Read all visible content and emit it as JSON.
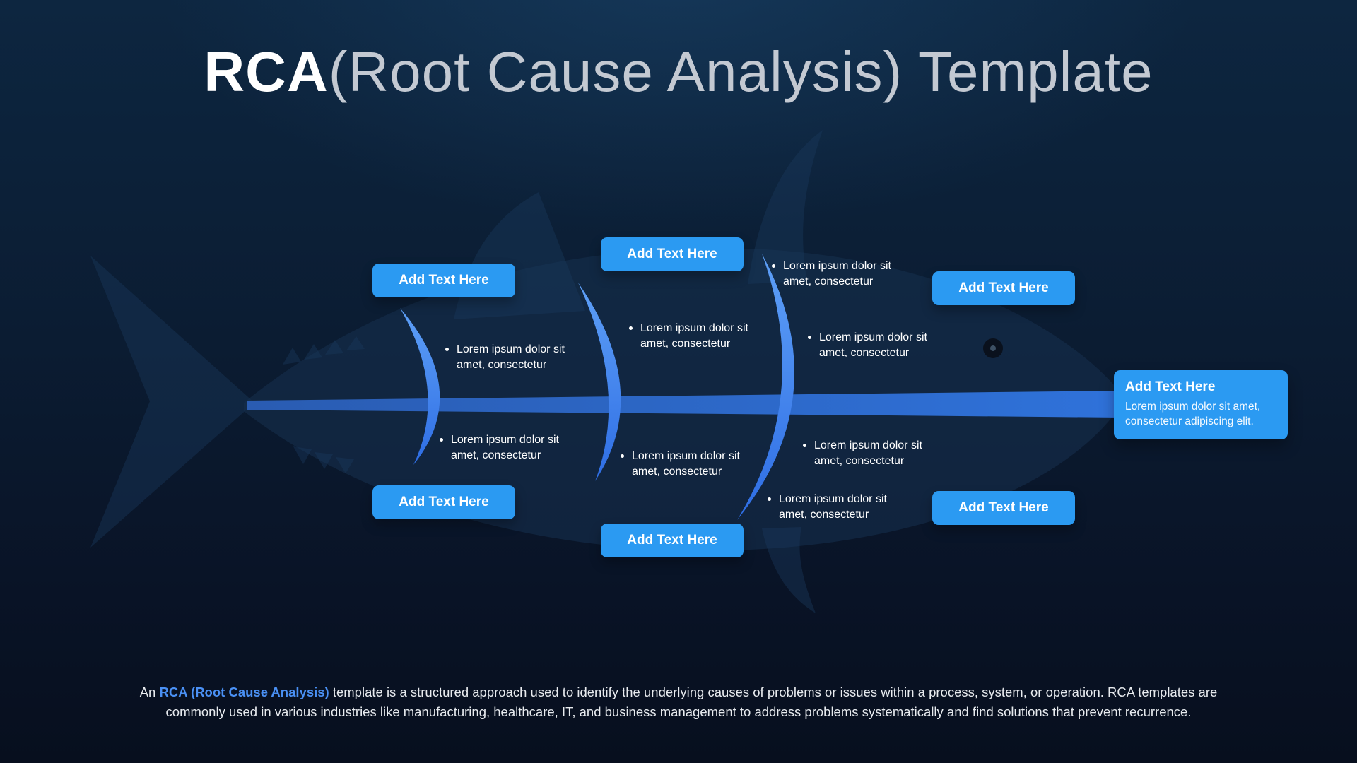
{
  "title": {
    "brand": "RCA",
    "suffix": "(Root Cause Analysis) Template"
  },
  "branch_buttons": [
    {
      "position": "top-1",
      "label": "Add Text Here"
    },
    {
      "position": "top-2",
      "label": "Add Text Here"
    },
    {
      "position": "top-3",
      "label": "Add Text Here"
    },
    {
      "position": "bottom-1",
      "label": "Add Text Here"
    },
    {
      "position": "bottom-2",
      "label": "Add Text Here"
    },
    {
      "position": "bottom-3",
      "label": "Add Text Here"
    }
  ],
  "cause_points": [
    {
      "line1": "Lorem ipsum dolor sit",
      "line2": "amet, consectetur"
    },
    {
      "line1": "Lorem ipsum dolor sit",
      "line2": "amet, consectetur"
    },
    {
      "line1": "Lorem ipsum dolor sit",
      "line2": "amet, consectetur"
    },
    {
      "line1": "Lorem ipsum dolor sit",
      "line2": "amet, consectetur"
    },
    {
      "line1": "Lorem ipsum dolor sit",
      "line2": "amet, consectetur"
    },
    {
      "line1": "Lorem ipsum dolor sit",
      "line2": "amet, consectetur"
    },
    {
      "line1": "Lorem ipsum dolor sit",
      "line2": "amet, consectetur"
    },
    {
      "line1": "Lorem ipsum dolor sit",
      "line2": "amet, consectetur"
    }
  ],
  "effect_box": {
    "title": "Add Text Here",
    "body": "Lorem ipsum dolor sit amet, consectetur adipiscing elit."
  },
  "footer": {
    "prefix": "An ",
    "highlight": "RCA (Root Cause Analysis)",
    "body": " template is a structured approach used to identify the underlying causes of problems or issues within a process, system, or operation. RCA templates are commonly used in various industries like manufacturing, healthcare, IT, and business management to address problems systematically and find solutions that prevent recurrence."
  },
  "colors": {
    "button_blue": "#2b9af2",
    "spine_blue": "#2c66c6",
    "rib_blue": "#3f82ee",
    "footer_highlight": "#4a90f4",
    "background_top": "#0d2640",
    "background_bottom": "#070f1e",
    "text_light": "#e8ebef"
  }
}
